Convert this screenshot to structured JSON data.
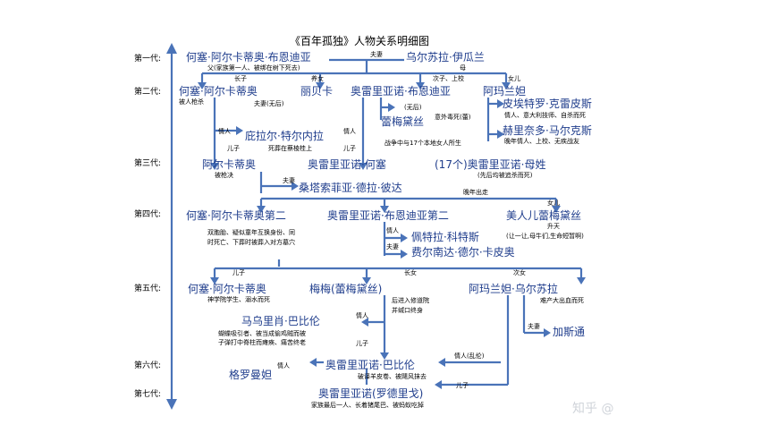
{
  "title": "《百年孤独》人物关系明细图",
  "generations": [
    "第一代:",
    "第二代:",
    "第三代:",
    "第四代:",
    "第五代:",
    "第六代:",
    "第七代:"
  ],
  "people": {
    "jose_arcadio_buendia": "何塞·阿尔卡蒂奥·布恩迪亚",
    "ursula": "乌尔苏拉·伊瓜兰",
    "jose_arcadio": "何塞·阿尔卡蒂奥",
    "rebeca": "丽贝卡",
    "aureliano_buendia": "奥雷里亚诺·布恩迪亚",
    "amaranta": "阿玛兰妲",
    "remedios_moscote": "蕾梅黛丝",
    "pietro_crespi": "皮埃特罗·克雷皮斯",
    "gerineldo_marquez": "赫里奈多·马尔克斯",
    "pilar_ternera": "庇拉尔·特尔内拉",
    "arcadio": "阿尔卡蒂奥",
    "aureliano_jose": "奥雷里亚诺·何塞",
    "seventeen_aurelianos": "(17个)奥雷里亚诺·母姓",
    "santa_sofia": "桑塔索菲亚·德拉·彼达",
    "jose_arcadio_segundo": "何塞·阿尔卡蒂奥第二",
    "aureliano_segundo": "奥雷里亚诺·布恩迪亚第二",
    "remedios_the_beauty": "美人儿蕾梅黛丝",
    "petra_cotes": "佩特拉·科特斯",
    "fernanda_del_carpio": "费尔南达·德尔·卡皮奥",
    "jose_arcadio_gen5": "何塞·阿尔卡蒂奥",
    "meme": "梅梅(蕾梅黛丝)",
    "amaranta_ursula": "阿玛兰妲·乌尔苏拉",
    "mauricio_babilonia": "马乌里肖·巴比伦",
    "gaston": "加斯通",
    "aureliano_babilonia": "奥雷里亚诺·巴比伦",
    "nigromanta": "格罗曼妲",
    "aureliano_rodrigo": "奥雷里亚诺(罗德里戈)"
  },
  "relations": {
    "spouse": "夫妻",
    "eldest_son": "长子",
    "adopted_daughter": "养女",
    "second_son_colonel": "次子、上校",
    "daughter": "女儿",
    "spouse_no_children": "夫妻(无后)",
    "spouse_deceased": "(无后)",
    "lover": "情人",
    "son": "儿子",
    "eldest_daughter": "长女",
    "younger_daughter": "次女",
    "lover_incest": "情人(乱伦)"
  },
  "notes": {
    "jose_arcadio_buendia": "父(家族第一人、被绑在树下死去)",
    "ursula": "母",
    "jose_arcadio": "被人枪杀",
    "remedios_moscote": "意外毒死(蕾)",
    "aureliano_war": "战争中与17个本地女人所生",
    "pietro_crespi": "情人、意大利技师、自杀而死",
    "gerineldo_marquez": "晚年情人、上校、无疾战友",
    "pilar_ternera": "死葬在蔡棱桂上",
    "arcadio": "被枪决",
    "seventeen_aurelianos": "(先后均被追杀而死)",
    "santa_sofia": "晚年出走",
    "remedios_the_beauty": "升天",
    "twins_line1": "双胞胎、疑似童年互换身份、同",
    "twins_line2": "时死亡、下葬时被葬入对方墓穴",
    "petra_cotes": "(让一让,母牛们,生命短暂啊)",
    "jose_arcadio_gen5": "神学院学生、溺水而死",
    "meme_line1": "后进入修道院",
    "meme_line2": "并缄口终身",
    "amaranta_ursula": "难产大出血而死",
    "mauricio_line1": "蝴蝶吸引者、被当成偷鸡贼而被",
    "mauricio_line2": "子弹打中脊柱而瘫痪、痛苦终老",
    "aureliano_babilonia": "破译羊皮卷、被飓风抹去",
    "aureliano_rodrigo": "家族最后一人、长着猪尾巴、被蚂蚁吃掉"
  },
  "watermark": "知乎 @"
}
